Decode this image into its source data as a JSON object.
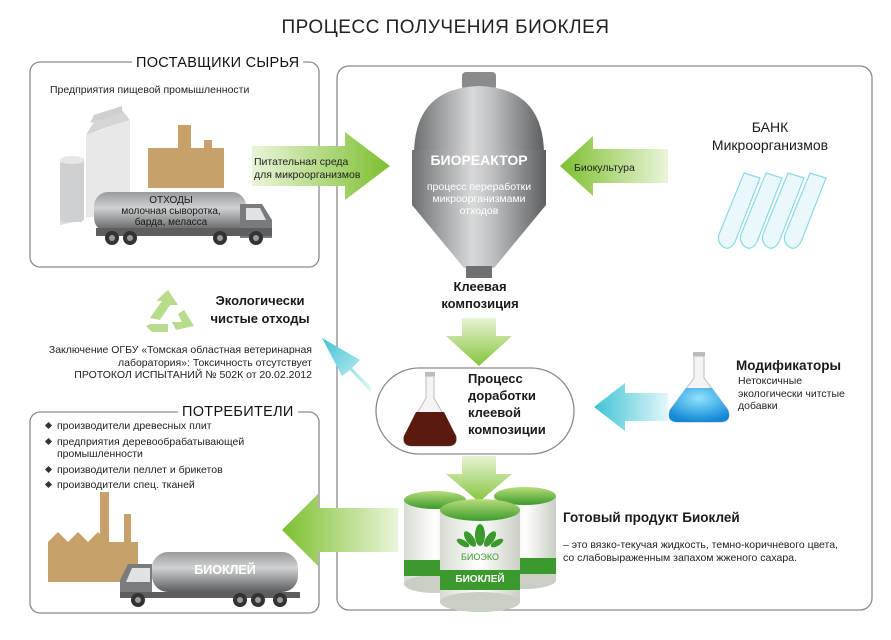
{
  "title": "ПРОЦЕСС ПОЛУЧЕНИЯ  БИОКЛЕЯ",
  "suppliers": {
    "heading": "ПОСТАВЩИКИ СЫРЬЯ",
    "subtitle": "Предприятия пищевой промышленности",
    "waste_title": "ОТХОДЫ",
    "waste_line1": "молочная сыворотка,",
    "waste_line2": "барда, меласса",
    "arrow_label_line1": "Питательная среда",
    "arrow_label_line2": "для микроорганизмов"
  },
  "bioreactor": {
    "title": "БИОРЕАКТОР",
    "desc_line1": "процесс переработки",
    "desc_line2": "микроорганизмами",
    "desc_line3": "отходов"
  },
  "bank": {
    "line1": "БАНК",
    "line2": "Микроорганизмов",
    "arrow_label": "Биокультура"
  },
  "glue": {
    "line1": "Клеевая",
    "line2": "композиция"
  },
  "eco": {
    "line1": "Экологически",
    "line2": "чистые отходы",
    "conclusion_line1": "Заключение ОГБУ «Томская областная ветеринарная",
    "conclusion_line2": "лаборатория»: Токсичность отсутствует",
    "conclusion_line3": "ПРОТОКОЛ ИСПЫТАНИЙ № 502К от 20.02.2012"
  },
  "process": {
    "line1": "Процесс",
    "line2": "доработки",
    "line3": "клеевой",
    "line4": "композиции"
  },
  "modifiers": {
    "title": "Модификаторы",
    "desc_line1": "Нетоксичные",
    "desc_line2": "экологически читстые",
    "desc_line3": "добавки"
  },
  "consumers": {
    "heading": "ПОТРЕБИТЕЛИ",
    "items": [
      "производители древесных плит",
      "предприятия деревообрабатывающей промышленности",
      "производители пеллет и брикетов",
      "производители спец. тканей"
    ],
    "truck_label": "БИОКЛЕЙ"
  },
  "product": {
    "title": "Готовый продукт Биоклей",
    "desc_line1": "– это вязко-текучая жидкость, темно-коричневого цвета,",
    "desc_line2": "со слабовыраженным запахом жженого сахара.",
    "can_brand": "БИОЭКО",
    "can_label": "БИОКЛЕЙ"
  },
  "colors": {
    "green_arrow": "#8cc63f",
    "cyan_arrow": "#4cc9d6",
    "factory": "#c8a06a",
    "truck_gray": "#6d6e70",
    "frame": "#8a8a8a",
    "glue_brown": "#5a1a10",
    "modifier_blue": "#1e9ee0"
  }
}
